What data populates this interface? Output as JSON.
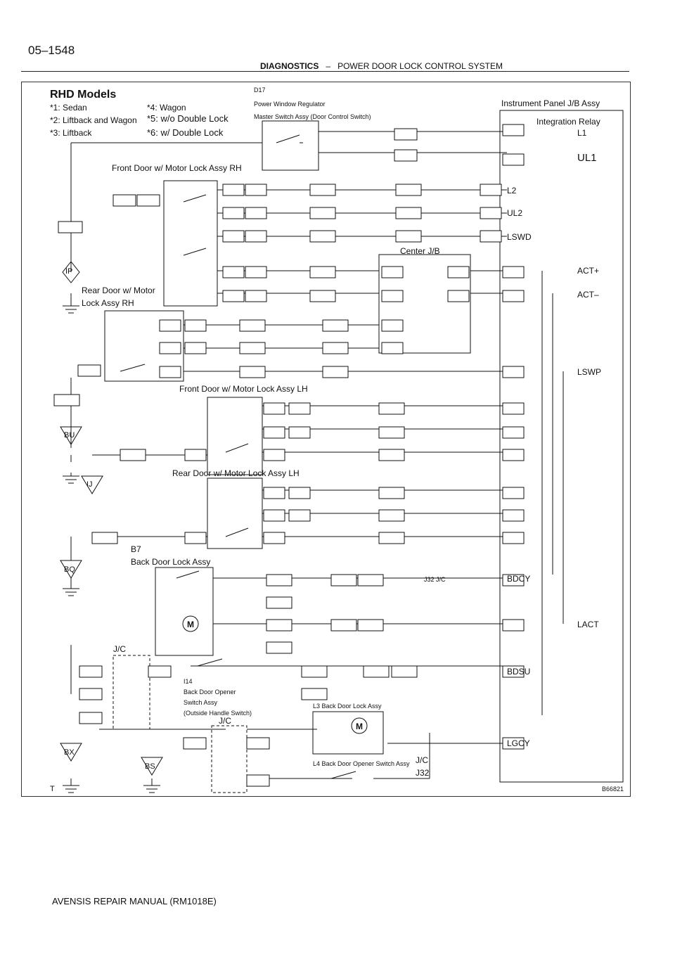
{
  "page": {
    "number": "05–1548",
    "section": "DIAGNOSTICS",
    "separator": "–",
    "title": "POWER DOOR LOCK CONTROL SYSTEM",
    "footer": "AVENSIS REPAIR MANUAL   (RM1018E)",
    "figure_id": "B66821",
    "corner_mark": "T"
  },
  "diagram": {
    "heading": "RHD Models",
    "notes_left": [
      "*1: Sedan",
      "*2: Liftback and Wagon",
      "*3: Liftback"
    ],
    "notes_right": [
      "*4: Wagon",
      "*5: w/o Double Lock",
      "*6: w/ Double Lock"
    ],
    "master_switch": [
      "D17",
      "Power Window Regulator",
      "Master Switch Assy (Door Control Switch)"
    ],
    "jb_title": "Instrument Panel J/B Assy",
    "relay_title": "Integration Relay",
    "center_jb": "Center J/B",
    "front_rh": "Front Door w/ Motor Lock Assy RH",
    "rear_rh": [
      "Rear Door w/ Motor",
      "Lock Assy RH"
    ],
    "front_lh": "Front Door w/ Motor Lock Assy LH",
    "rear_lh": "Rear Door w/ Motor Lock Assy LH",
    "b7": [
      "B7",
      "Back Door Lock Assy"
    ],
    "i14_text": [
      "I14",
      "Back Door Opener",
      "Switch Assy",
      "(Outside Handle Switch)"
    ],
    "l3": "L3 Back Door Lock Assy",
    "l4": "L4 Back Door Opener Switch Assy",
    "j32_top": "J32 J/C",
    "j32_bottom": [
      "J/C",
      "J32"
    ],
    "jc_labels": [
      "J/C",
      "J/C"
    ],
    "relay_pins": [
      "L1",
      "UL1",
      "L2",
      "UL2",
      "LSWD",
      "ACT+",
      "ACT–",
      "LSWP",
      "BDCY",
      "LACT",
      "BDSU",
      "LGCY"
    ],
    "grounds": [
      "IP",
      "BU",
      "IJ",
      "BQ",
      "BX",
      "BS"
    ],
    "motor_symbol": "M"
  }
}
